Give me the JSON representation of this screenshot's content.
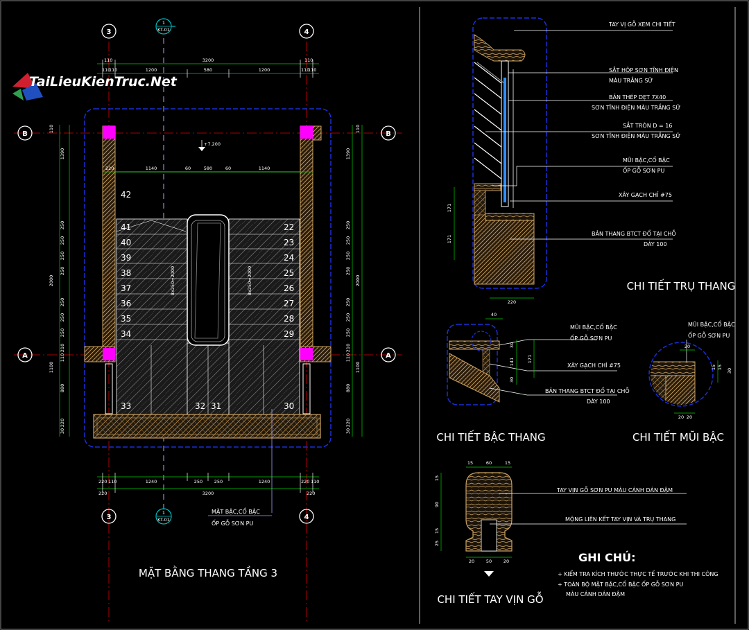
{
  "watermark": "TaiLieuKienTruc.Net",
  "plan": {
    "title": "MẶT BẰNG THANG TẦNG 3",
    "grid_labels": {
      "col_left": "3",
      "col_right": "4",
      "row_top": "B",
      "row_mid": "A",
      "section": "1",
      "section_sheet": "KT-01"
    },
    "level": "+7.200",
    "top_dims_1": [
      "110",
      "3200",
      "110"
    ],
    "top_dims_2": [
      "110",
      "110",
      "1200",
      "580",
      "1200",
      "110",
      "110"
    ],
    "inner_dims": [
      "220",
      "1140",
      "60",
      "580",
      "60",
      "1140"
    ],
    "bottom_dims_1": [
      "220",
      "110",
      "1240",
      "250",
      "250",
      "1240",
      "220",
      "110"
    ],
    "bottom_dims_2": [
      "220",
      "3200",
      "220"
    ],
    "left_dims": [
      "110",
      "1390",
      "250",
      "250",
      "250",
      "250",
      "2000",
      "250",
      "250",
      "250",
      "210",
      "110",
      "1100",
      "880",
      "220",
      "30"
    ],
    "right_dims": [
      "110",
      "1390",
      "250",
      "250",
      "250",
      "250",
      "2000",
      "250",
      "250",
      "250",
      "210",
      "110",
      "1100",
      "880",
      "220",
      "30"
    ],
    "flight_label_left": "8x250=2000",
    "flight_label_right": "8x250=2000",
    "steps_left": [
      "42",
      "41",
      "40",
      "39",
      "38",
      "37",
      "36",
      "35",
      "34"
    ],
    "steps_right": [
      "22",
      "23",
      "24",
      "25",
      "26",
      "27",
      "28",
      "29"
    ],
    "steps_bottom": [
      "33",
      "32",
      "31",
      "30"
    ],
    "note_1": "MẶT BẬC,CỔ BẬC",
    "note_2": "ỐP GỖ SƠN PU"
  },
  "post_detail": {
    "title": "CHI TIẾT TRỤ THANG",
    "labels": [
      "TAY VỊ GỖ XEM CHI TIẾT",
      "SẮT HỘP SƠN TĨNH ĐIỆN",
      "MÀU TRẮNG SỮ",
      "BẢN THÉP DẸT 7X40",
      "SƠN TĨNH ĐIỆN MÀU TRẮNG SỮ",
      "SẮT TRÒN D = 16",
      "SƠN TĨNH ĐIỆN MÀU TRẮNG SỮ",
      "MŨI BẬC,CỔ BẬC",
      "ỐP GỖ SƠN PU",
      "XÂY GẠCH CHỈ #75",
      "BẢN THANG BTCT ĐỔ TẠI CHỖ",
      "DÀY 100"
    ],
    "dims": [
      "171",
      "171",
      "220"
    ]
  },
  "step_detail": {
    "title": "CHI TIẾT BẬC THANG",
    "labels": [
      "MŨI BẬC,CỔ BẬC",
      "ỐP GỖ SƠN PU",
      "XÂY GẠCH CHỈ #75",
      "BẢN THANG BTCT ĐỔ TẠI CHỖ",
      "DÀY 100"
    ],
    "dims": [
      "40",
      "30",
      "141",
      "171",
      "30"
    ]
  },
  "nosing_detail": {
    "title": "CHI TIẾT MŨI BẬC",
    "labels": [
      "MŨI BẬC,CỔ BẬC",
      "ỐP GỖ SƠN PU"
    ],
    "dims": [
      "20",
      "15",
      "15",
      "30",
      "20",
      "20"
    ]
  },
  "handrail_detail": {
    "title": "CHI TIẾT TAY VỊN GỖ",
    "labels": [
      "TAY VỊN GỖ SƠN PU MÀU CÁNH DÁN ĐẬM",
      "MỘNG LIÊN KẾT TAY VỊN VÀ TRỤ THANG"
    ],
    "top_dims": [
      "15",
      "60",
      "15"
    ],
    "bottom_dims": [
      "20",
      "50",
      "20"
    ],
    "side_dims": [
      "15",
      "90",
      "15",
      "25"
    ]
  },
  "notes": {
    "title": "GHI CHÚ:",
    "line_1": "+ KIỂM TRA KÍCH THƯỚC THỰC TẾ TRƯỚC KHI THI CÔNG",
    "line_2": "+ TOÀN BỘ MẶT BẬC,CỔ BẬC ỐP GỖ SƠN PU",
    "line_3": "MÀU CÁNH DÁN ĐẬM"
  },
  "colors": {
    "background": "#000000",
    "line": "#ffffff",
    "dim": "#00d000",
    "hatch": "#c8a060",
    "boundary": "#1a2fd8",
    "axis": "#e00000",
    "column": "#ff00ff",
    "leader": "#a0a0ff"
  }
}
